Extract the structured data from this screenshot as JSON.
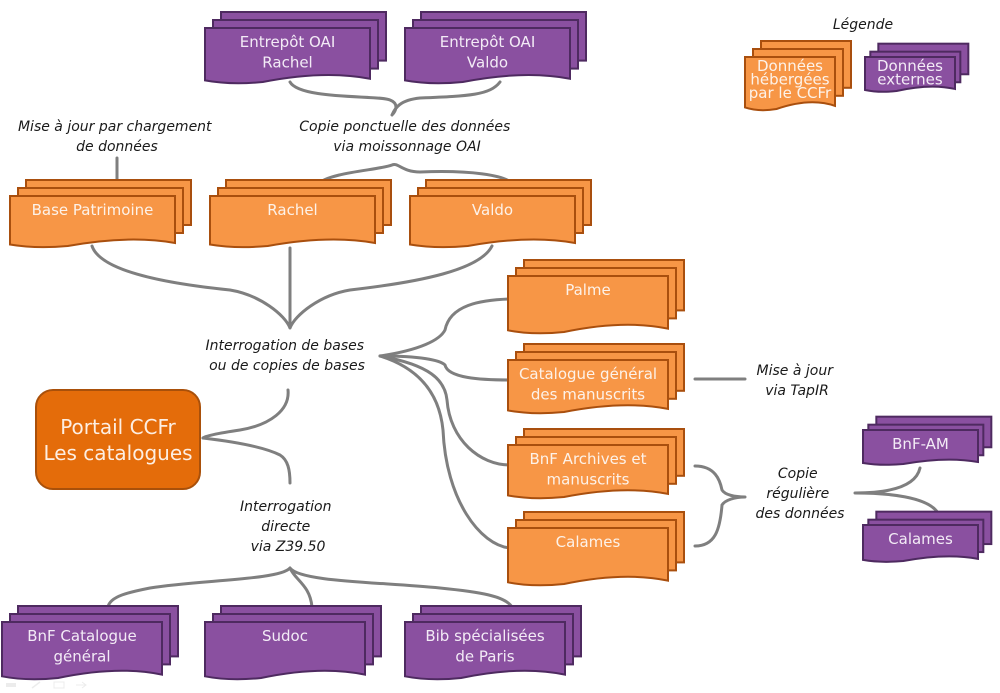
{
  "colors": {
    "hosted_fill": "#f79646",
    "hosted_fill_light": "#f0a062",
    "hosted_stroke": "#a94f0e",
    "external_fill": "#8a50a0",
    "external_stroke": "#4e2a60",
    "portal_fill": "#e46c0a",
    "connector": "#7f7f7f"
  },
  "legend": {
    "title": "Légende",
    "hosted": [
      "Données",
      "hébergées",
      "par le CCFr"
    ],
    "external": [
      "Données",
      "externes"
    ]
  },
  "portal": {
    "line1": "Portail CCFr",
    "line2": "Les catalogues"
  },
  "nodes": {
    "oai_rachel": [
      "Entrepôt OAI",
      "Rachel"
    ],
    "oai_valdo": [
      "Entrepôt OAI",
      "Valdo"
    ],
    "base_patrimoine": [
      "Base Patrimoine"
    ],
    "rachel": [
      "Rachel"
    ],
    "valdo": [
      "Valdo"
    ],
    "palme": [
      "Palme"
    ],
    "cgm": [
      "Catalogue général",
      "des manuscrits"
    ],
    "bnf_am_archives": [
      "BnF Archives et",
      "manuscrits"
    ],
    "calames_hosted": [
      "Calames"
    ],
    "bnf_am": [
      "BnF-AM"
    ],
    "calames_external": [
      "Calames"
    ],
    "bnf_catalogue": [
      "BnF Catalogue",
      "général"
    ],
    "sudoc": [
      "Sudoc"
    ],
    "bib_paris": [
      "Bib spécialisées",
      "de Paris"
    ]
  },
  "labels": {
    "maj_chargement": [
      "Mise à jour par chargement",
      "de données"
    ],
    "copie_ponctuelle": [
      "Copie ponctuelle des données",
      "via moissonnage OAI"
    ],
    "interrogation_bases": [
      "Interrogation de bases",
      "ou de copies de bases"
    ],
    "maj_tapir": [
      "Mise à jour",
      "via TapIR"
    ],
    "copie_reguliere": [
      "Copie",
      "régulière",
      "des données"
    ],
    "interrogation_directe": [
      "Interrogation",
      "directe",
      "via Z39.50"
    ]
  }
}
